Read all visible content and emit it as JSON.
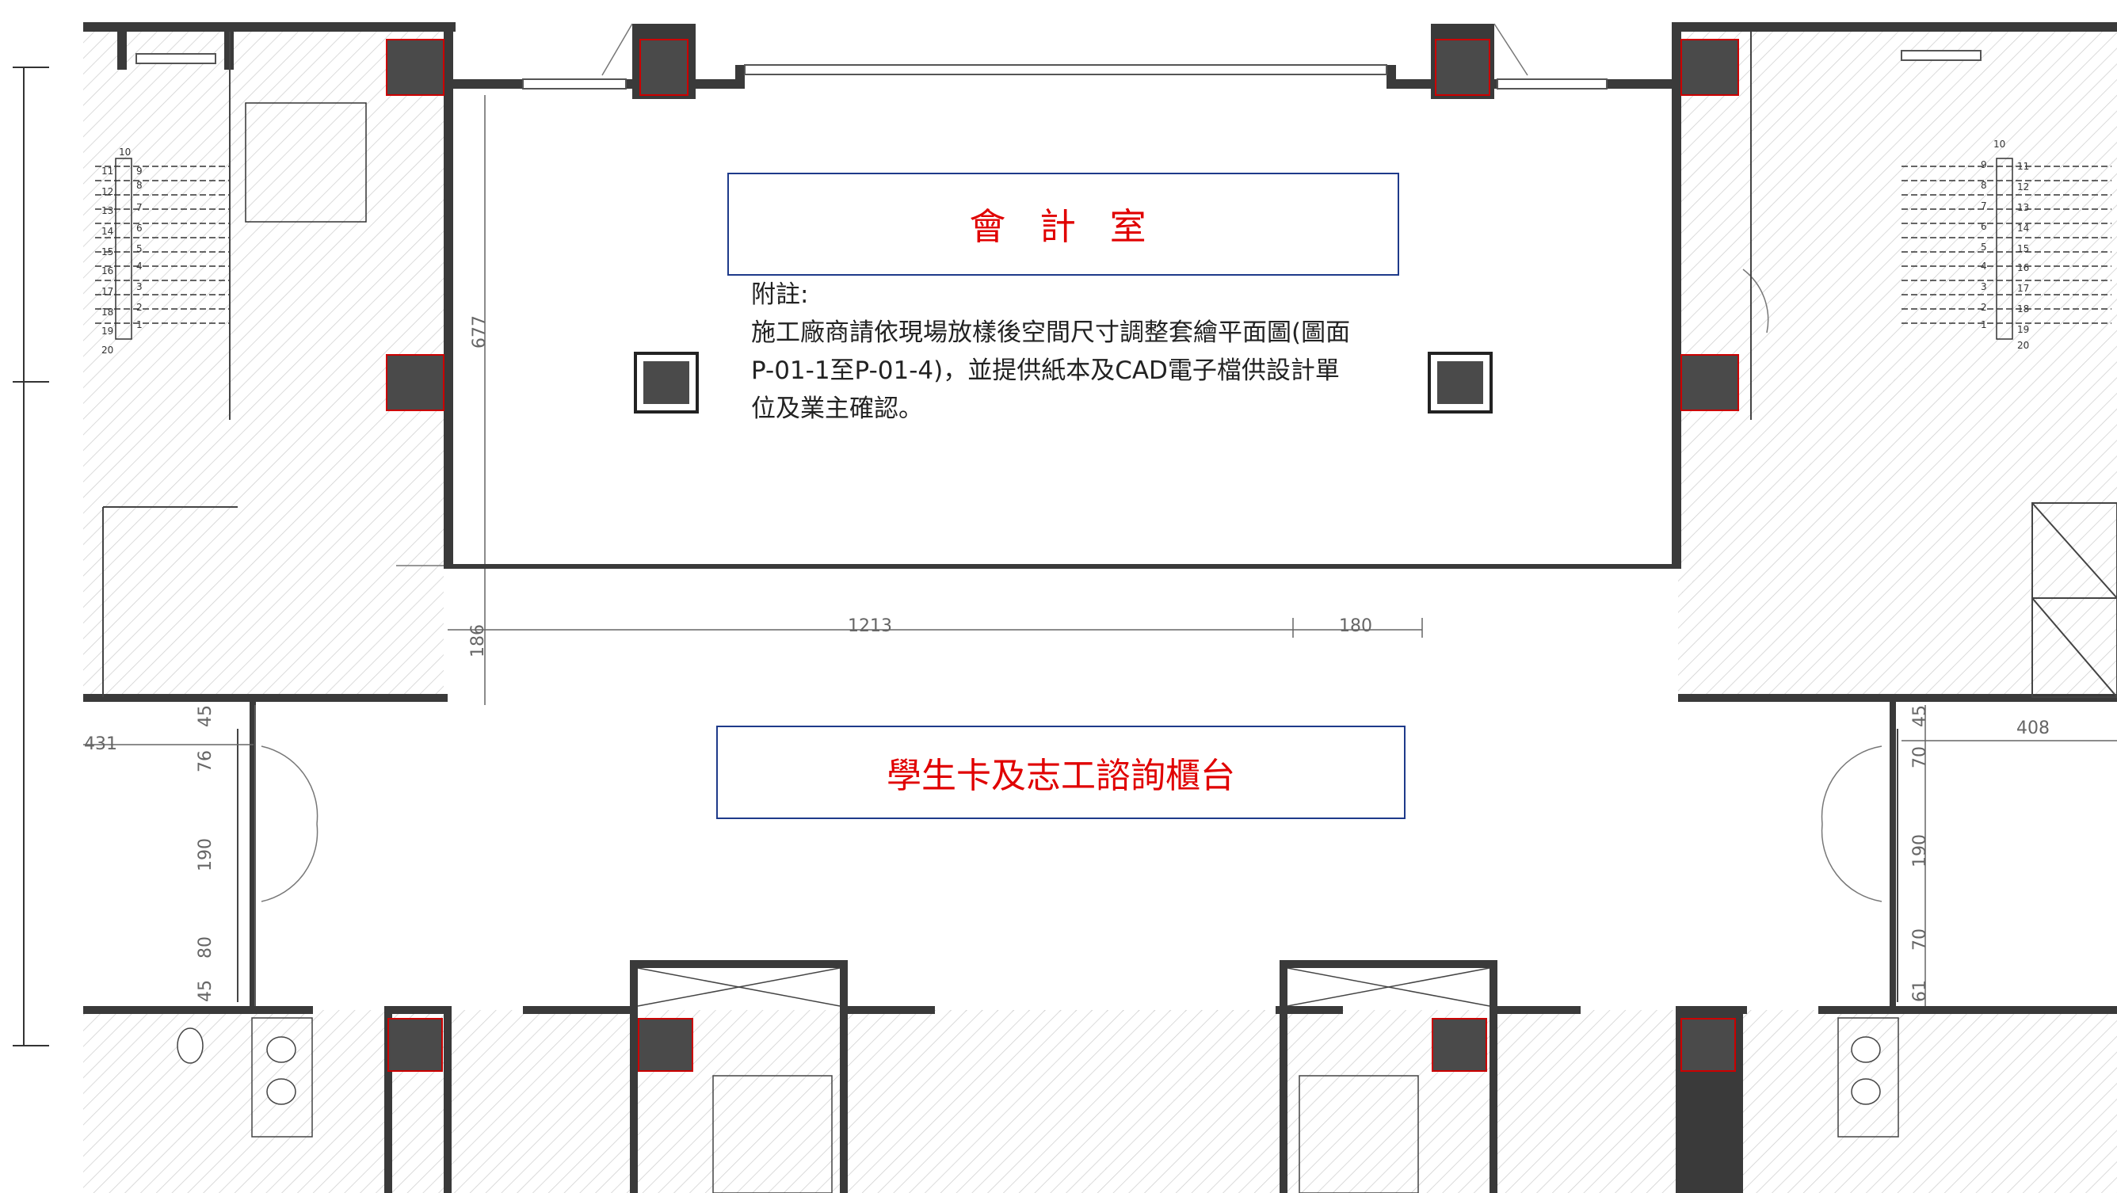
{
  "room_label": "會 計 室",
  "counter_label": "學生卡及志工諮詢櫃台",
  "note": {
    "title": "附註:",
    "body": "施工廠商請依現場放樣後空間尺寸調整套繪平面圖(圖面P-01-1至P-01-4)，並提供紙本及CAD電子檔供設計單位及業主確認。"
  },
  "dimensions": {
    "height_677": "677",
    "width_1213": "1213",
    "width_180": "180",
    "offset_186": "186",
    "left_431": "431",
    "right_408": "408",
    "left_45_top": "45",
    "left_76": "76",
    "left_190": "190",
    "left_80": "80",
    "left_45_bottom": "45",
    "right_45_top": "45",
    "right_70_top": "70",
    "right_190": "190",
    "right_70_bottom": "70",
    "right_61": "61"
  },
  "stair_numbers_left": {
    "right_col": [
      "10",
      "9",
      "8",
      "7",
      "6",
      "5",
      "4",
      "3",
      "2",
      "1"
    ],
    "left_col": [
      "11",
      "12",
      "13",
      "14",
      "15",
      "16",
      "17",
      "18",
      "19",
      "20"
    ]
  },
  "stair_numbers_right": {
    "left_col": [
      "10",
      "9",
      "8",
      "7",
      "6",
      "5",
      "4",
      "3",
      "2",
      "1"
    ],
    "right_col": [
      "11",
      "12",
      "13",
      "14",
      "15",
      "16",
      "17",
      "18",
      "19",
      "20"
    ]
  },
  "colors": {
    "wall": "#3a3a3a",
    "column": "#4a4a4a",
    "column_outline": "#cc0000",
    "label_border": "#1e3a8a",
    "label_text": "#e00000",
    "hatch": "#c8c8c8"
  }
}
